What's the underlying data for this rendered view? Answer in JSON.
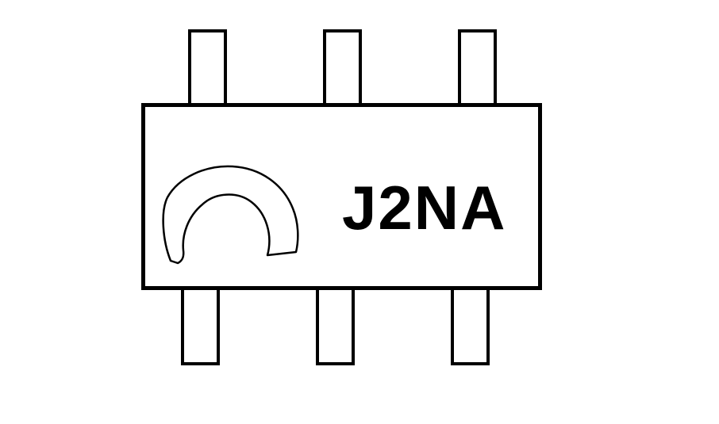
{
  "diagram": {
    "type": "ic-package-top-view",
    "marking": "J2NA",
    "pins": {
      "top_count": 3,
      "bottom_count": 3
    },
    "orientation_mark": "hand-drawn-arch",
    "colors": {
      "line": "#000000",
      "background": "#ffffff"
    }
  }
}
